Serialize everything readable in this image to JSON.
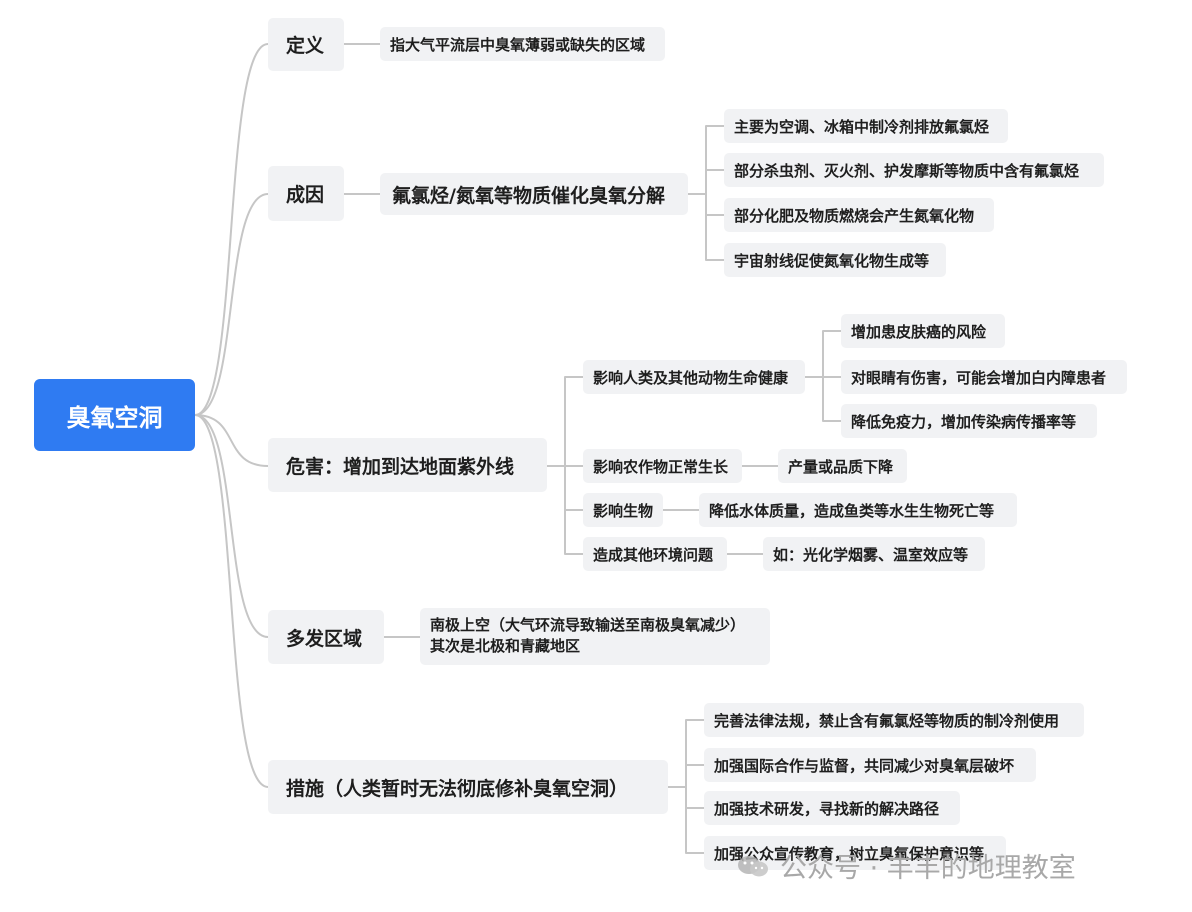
{
  "root": "臭氧空洞",
  "branches": {
    "definition": {
      "label": "定义",
      "detail": "指大气平流层中臭氧薄弱或缺失的区域"
    },
    "cause": {
      "label": "成因",
      "summary": "氟氯烃/氮氧等物质催化臭氧分解",
      "items": [
        "主要为空调、冰箱中制冷剂排放氟氯烃",
        "部分杀虫剂、灭火剂、护发摩斯等物质中含有氟氯烃",
        "部分化肥及物质燃烧会产生氮氧化物",
        "宇宙射线促使氮氧化物生成等"
      ]
    },
    "harm": {
      "label": "危害：增加到达地面紫外线",
      "health": {
        "label": "影响人类及其他动物生命健康",
        "items": [
          "增加患皮肤癌的风险",
          "对眼睛有伤害，可能会增加白内障患者",
          "降低免疫力，增加传染病传播率等"
        ]
      },
      "crops": {
        "label": "影响农作物正常生长",
        "detail": "产量或品质下降"
      },
      "biology": {
        "label": "影响生物",
        "detail": "降低水体质量，造成鱼类等水生生物死亡等"
      },
      "environment": {
        "label": "造成其他环境问题",
        "detail": "如：光化学烟雾、温室效应等"
      }
    },
    "region": {
      "label": "多发区域",
      "line1": "南极上空（大气环流导致输送至南极臭氧减少）",
      "line2": "其次是北极和青藏地区"
    },
    "measures": {
      "label": "措施（人类暂时无法彻底修补臭氧空洞）",
      "items": [
        "完善法律法规，禁止含有氟氯烃等物质的制冷剂使用",
        "加强国际合作与监督，共同减少对臭氧层破坏",
        "加强技术研发，寻找新的解决路径",
        "加强公众宣传教育，树立臭氧保护意识等"
      ]
    }
  },
  "watermark": "公众号 · 丰丰的地理教室",
  "colors": {
    "root_bg": "#2f7bf2",
    "node_bg": "#f1f2f4",
    "connector": "#c4c4c4"
  }
}
